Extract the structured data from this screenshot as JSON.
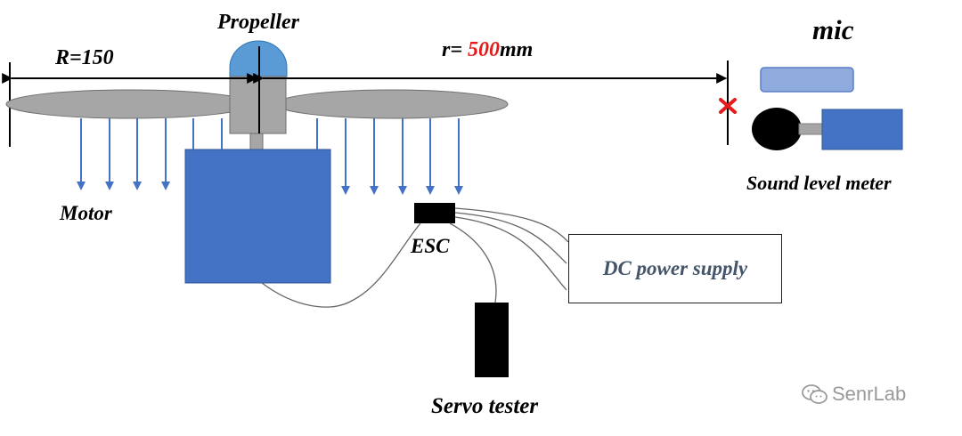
{
  "labels": {
    "propeller": "Propeller",
    "radius_R": "R=150",
    "distance_prefix": "r= ",
    "distance_value": "500",
    "distance_unit": "mm",
    "mic": "mic",
    "sound_level_meter": "Sound level meter",
    "motor": "Motor",
    "esc": "ESC",
    "dc_power_supply": "DC power supply",
    "servo_tester": "Servo tester"
  },
  "watermark": {
    "text": "SenrLab",
    "icon": "wechat-icon"
  },
  "colors": {
    "motor_body": "#4472c4",
    "propeller_hub": "#5b9bd5",
    "blade": "#a6a6a6",
    "airflow_arrows": "#4472c4",
    "mic_pad": "#8faadc",
    "marker": "#e31b1b",
    "dc_text": "#44546a"
  },
  "icons": [
    "red-x-marker-icon",
    "wechat-icon"
  ]
}
